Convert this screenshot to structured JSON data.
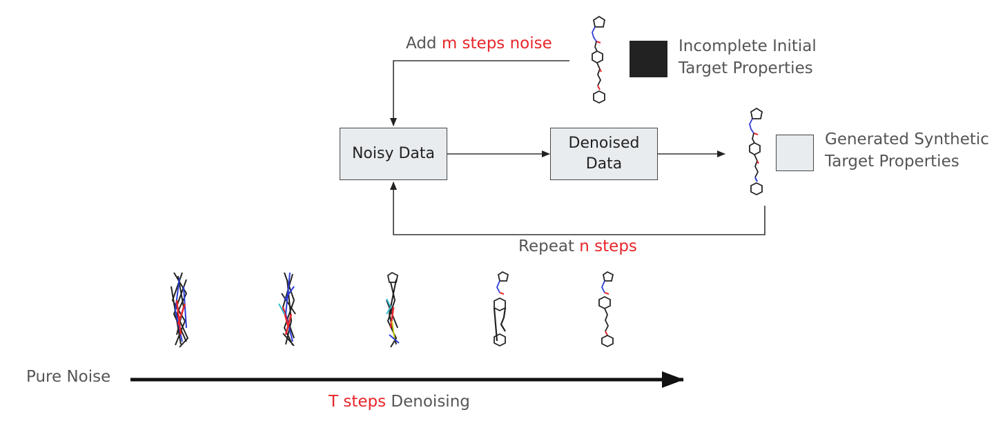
{
  "top_label": {
    "prefix": "Add ",
    "highlight": "m steps noise"
  },
  "noisy_box": "Noisy Data",
  "denoised_box": {
    "line1": "Denoised",
    "line2": "Data"
  },
  "legend_initial": {
    "line1": "Incomplete Initial",
    "line2": "Target Properties",
    "color": "#222222"
  },
  "legend_generated": {
    "line1": "Generated Synthetic",
    "line2": "Target Properties",
    "color": "#e8ecef"
  },
  "repeat_label": {
    "prefix": "Repeat ",
    "highlight": "n steps"
  },
  "axis_start": "Pure Noise",
  "axis_label": {
    "highlight": "T steps",
    "suffix": " Denoising"
  },
  "colors": {
    "highlight": "#e8252a",
    "text": "#555555",
    "box_fill": "#e8ecef",
    "line": "#333333"
  }
}
